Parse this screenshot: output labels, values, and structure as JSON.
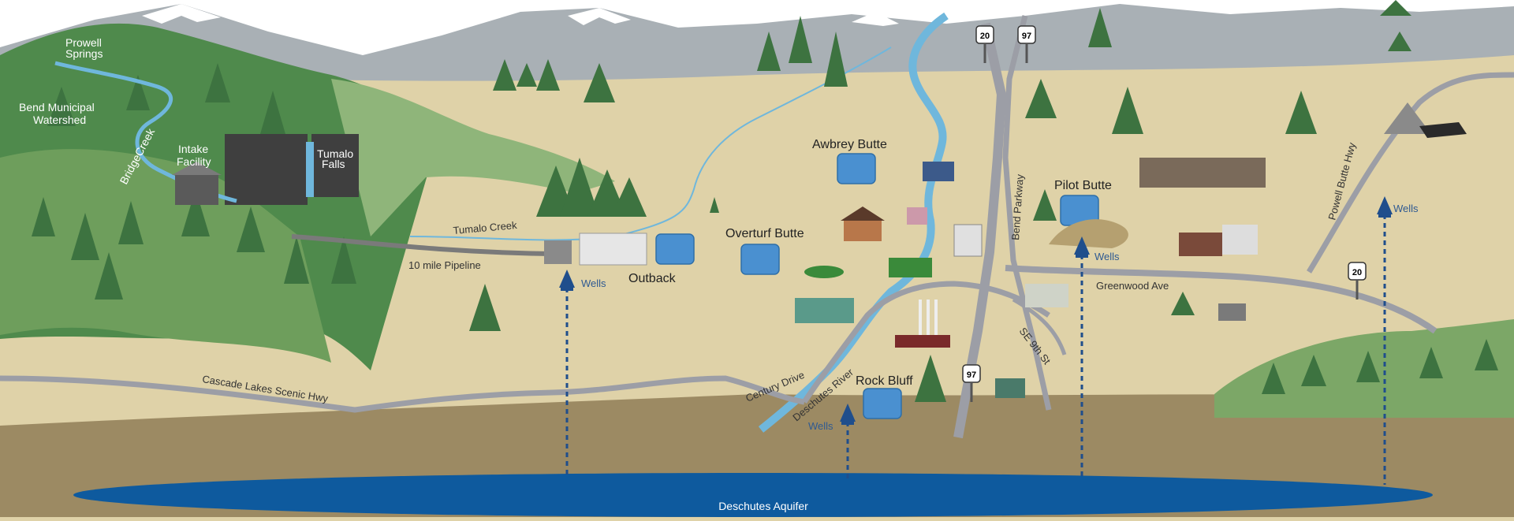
{
  "colors": {
    "sky": "#ffffff",
    "ground": "#dfd2a8",
    "soil": "#9c8a63",
    "forest": "#4f8a4c",
    "water": "#6fb7dc",
    "aquifer": "#0e5a9e",
    "road": "#9c9ea6",
    "well_arrow": "#1f4e8c",
    "tank": "#4a90d0"
  },
  "labels": {
    "powell_springs_1": "Prowell",
    "powell_springs_2": "Springs",
    "watershed_1": "Bend Municipal",
    "watershed_2": "Watershed",
    "bridge_creek": "BridgeCreek",
    "intake_1": "Intake",
    "intake_2": "Facility",
    "tumalo_falls_1": "Tumalo",
    "tumalo_falls_2": "Falls",
    "tumalo_creek": "Tumalo Creek",
    "pipeline": "10 mile Pipeline",
    "outback": "Outback",
    "awbrey": "Awbrey Butte",
    "overturf": "Overturf Butte",
    "pilot": "Pilot Butte",
    "rock_bluff": "Rock Bluff",
    "bend_parkway": "Bend Parkway",
    "greenwood": "Greenwood Ave",
    "se9th": "SE 9th St",
    "powell_butte_hwy": "Powell Butte Hwy",
    "century": "Century Drive",
    "deschutes_river": "Deschutes River",
    "cascade_lakes": "Cascade Lakes Scenic Hwy",
    "aquifer": "Deschutes Aquifer",
    "wells": "Wells",
    "hwy20": "20",
    "hwy97": "97"
  }
}
